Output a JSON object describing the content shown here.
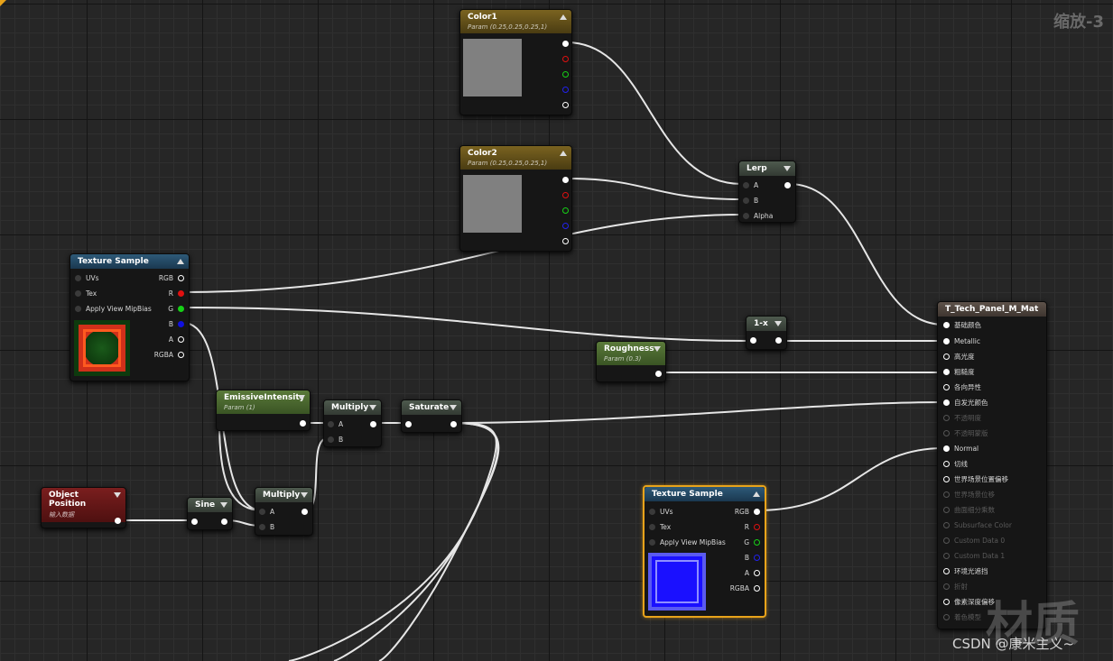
{
  "zoom_label": "缩放-3",
  "watermark": {
    "big": "材质",
    "small": "CSDN @康米主义~"
  },
  "nodes": {
    "color1": {
      "title": "Color1",
      "subtitle": "Param (0.25,0.25,0.25,1)"
    },
    "color2": {
      "title": "Color2",
      "subtitle": "Param (0.25,0.25,0.25,1)"
    },
    "lerp": {
      "title": "Lerp",
      "pins": [
        "A",
        "B",
        "Alpha"
      ]
    },
    "texture_sample_1": {
      "title": "Texture Sample",
      "inputs": [
        "UVs",
        "Tex",
        "Apply View MipBias"
      ],
      "outputs": [
        "RGB",
        "R",
        "G",
        "B",
        "A",
        "RGBA"
      ]
    },
    "texture_sample_2": {
      "title": "Texture Sample",
      "inputs": [
        "UVs",
        "Tex",
        "Apply View MipBias"
      ],
      "outputs": [
        "RGB",
        "R",
        "G",
        "B",
        "A",
        "RGBA"
      ]
    },
    "one_minus_x": {
      "title": "1-x"
    },
    "roughness": {
      "title": "Roughness",
      "subtitle": "Param (0.3)"
    },
    "emissive_intensity": {
      "title": "EmissiveIntensity",
      "subtitle": "Param (1)"
    },
    "multiply_1": {
      "title": "Multiply",
      "pins": [
        "A",
        "B"
      ]
    },
    "saturate": {
      "title": "Saturate"
    },
    "object_position": {
      "title": "Object Position",
      "subtitle": "输入数据"
    },
    "sine": {
      "title": "Sine"
    },
    "multiply_2": {
      "title": "Multiply",
      "pins": [
        "A",
        "B"
      ]
    },
    "material": {
      "title": "T_Tech_Panel_M_Mat",
      "inputs": [
        "基础颜色",
        "Metallic",
        "高光度",
        "粗糙度",
        "各向异性",
        "自发光颜色",
        "不透明度",
        "不透明蒙版",
        "Normal",
        "切线",
        "世界场景位置偏移",
        "世界场景位移",
        "曲面细分乘数",
        "Subsurface Color",
        "Custom Data 0",
        "Custom Data 1",
        "环境光遮挡",
        "折射",
        "像素深度偏移",
        "着色模型"
      ]
    }
  }
}
